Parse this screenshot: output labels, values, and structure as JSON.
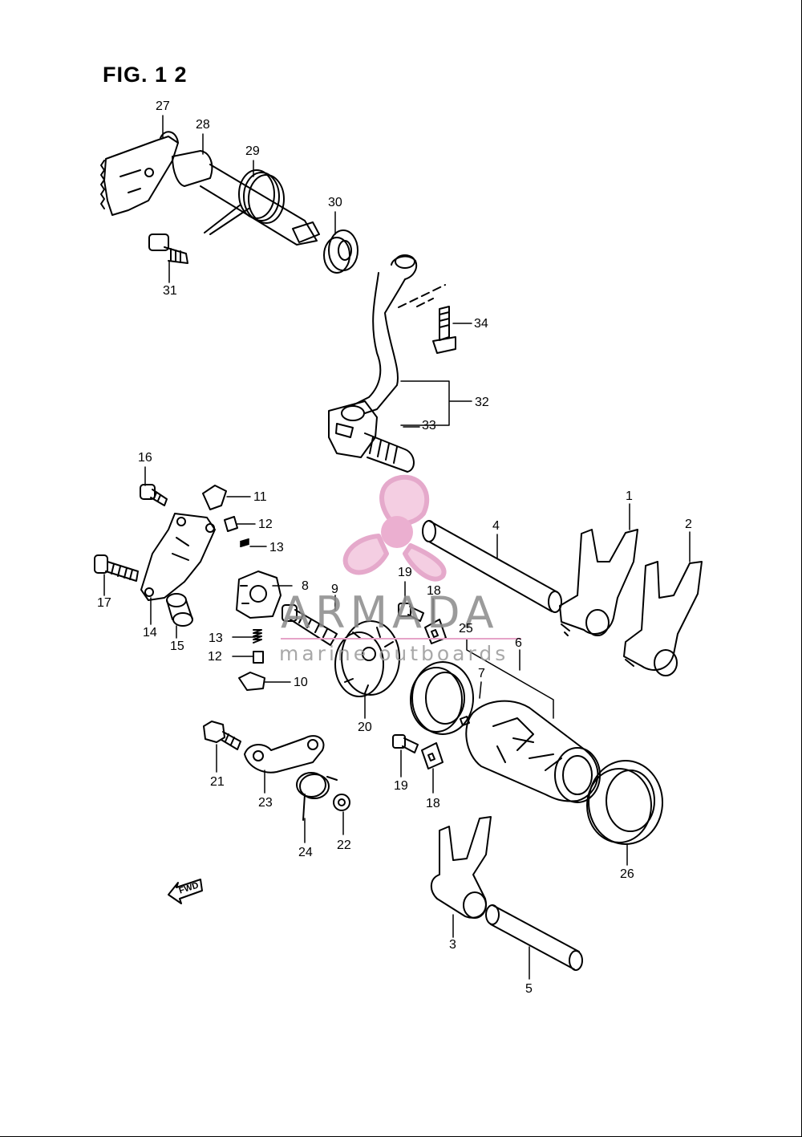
{
  "figure": {
    "title": "FIG. 1 2"
  },
  "callouts": [
    {
      "id": "27",
      "label": "27"
    },
    {
      "id": "28",
      "label": "28"
    },
    {
      "id": "29",
      "label": "29"
    },
    {
      "id": "30",
      "label": "30"
    },
    {
      "id": "31",
      "label": "31"
    },
    {
      "id": "34",
      "label": "34"
    },
    {
      "id": "32",
      "label": "32"
    },
    {
      "id": "33",
      "label": "33"
    },
    {
      "id": "16",
      "label": "16"
    },
    {
      "id": "11",
      "label": "11"
    },
    {
      "id": "12a",
      "label": "12"
    },
    {
      "id": "13a",
      "label": "13"
    },
    {
      "id": "17",
      "label": "17"
    },
    {
      "id": "14",
      "label": "14"
    },
    {
      "id": "15",
      "label": "15"
    },
    {
      "id": "8",
      "label": "8"
    },
    {
      "id": "9",
      "label": "9"
    },
    {
      "id": "13b",
      "label": "13"
    },
    {
      "id": "12b",
      "label": "12"
    },
    {
      "id": "10",
      "label": "10"
    },
    {
      "id": "19a",
      "label": "19"
    },
    {
      "id": "18a",
      "label": "18"
    },
    {
      "id": "25",
      "label": "25"
    },
    {
      "id": "6",
      "label": "6"
    },
    {
      "id": "7",
      "label": "7"
    },
    {
      "id": "20",
      "label": "20"
    },
    {
      "id": "4",
      "label": "4"
    },
    {
      "id": "1",
      "label": "1"
    },
    {
      "id": "2",
      "label": "2"
    },
    {
      "id": "21",
      "label": "21"
    },
    {
      "id": "23",
      "label": "23"
    },
    {
      "id": "24",
      "label": "24"
    },
    {
      "id": "22",
      "label": "22"
    },
    {
      "id": "19b",
      "label": "19"
    },
    {
      "id": "18b",
      "label": "18"
    },
    {
      "id": "26",
      "label": "26"
    },
    {
      "id": "3",
      "label": "3"
    },
    {
      "id": "5",
      "label": "5"
    }
  ],
  "fwd_badge": {
    "label": "FWD"
  },
  "watermark": {
    "name": "ARMADA",
    "subtitle": "marine outboards"
  },
  "colors": {
    "line": "#000000",
    "watermark_pink": "#e7a6cb",
    "watermark_text": "#8a8a8a"
  }
}
